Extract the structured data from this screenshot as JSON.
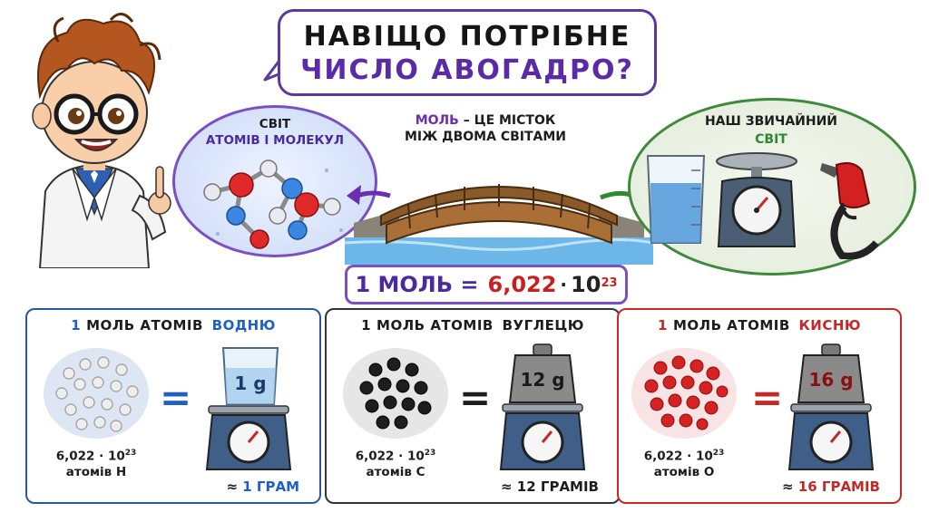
{
  "header": {
    "line1": "НАВІЩО ПОТРІБНЕ",
    "line2": "ЧИСЛО АВОГАДРО?"
  },
  "micro_world": {
    "title_line1": "СВІТ",
    "title_line2": "АТОМІВ І МОЛЕКУЛ"
  },
  "bridge": {
    "highlight": "МОЛЬ",
    "rest_line1": " – ЦЕ МІСТОК",
    "line2": "МІЖ ДВОМА СВІТАМИ"
  },
  "macro_world": {
    "title_line1": "НАШ ЗВИЧАЙНИЙ",
    "title_line2": "СВІТ"
  },
  "formula": {
    "left": "1 МОЛЬ =",
    "value": "6,022",
    "dot": "·",
    "base": "10",
    "exp": "23"
  },
  "panels": [
    {
      "num": "1",
      "mid": "МОЛЬ АТОМІВ",
      "element": "ВОДНЮ",
      "count_value": "6,022 · 10",
      "count_exp": "23",
      "count_label": "атомів H",
      "eq": "=",
      "weight_label": "1 g",
      "approx_sym": "≈",
      "approx_value": "1 ГРАМ",
      "color": "#1f5fc8"
    },
    {
      "num": "1",
      "mid": "МОЛЬ АТОМІВ",
      "element": "ВУГЛЕЦЮ",
      "count_value": "6,022 · 10",
      "count_exp": "23",
      "count_label": "атомів C",
      "eq": "=",
      "weight_label": "12 g",
      "approx_sym": "≈",
      "approx_value": "12 ГРАМІВ",
      "color": "#1d1d1d"
    },
    {
      "num": "1",
      "mid": "МОЛЬ АТОМІВ",
      "element": "КИСНЮ",
      "count_value": "6,022 · 10",
      "count_exp": "23",
      "count_label": "атомів O",
      "eq": "=",
      "weight_label": "16 g",
      "approx_sym": "≈",
      "approx_value": "16 ГРАМІВ",
      "color": "#c62828"
    }
  ],
  "colors": {
    "purple": "#5a2aa8",
    "blue": "#1f5fc8",
    "red": "#c62828",
    "green": "#2d8a2d"
  },
  "icons": [
    "scientist-illustration",
    "molecule-icon",
    "bridge-illustration",
    "beaker-icon",
    "kitchen-scale-icon",
    "fuel-nozzle-icon",
    "atom-cluster-icon",
    "weight-icon"
  ]
}
